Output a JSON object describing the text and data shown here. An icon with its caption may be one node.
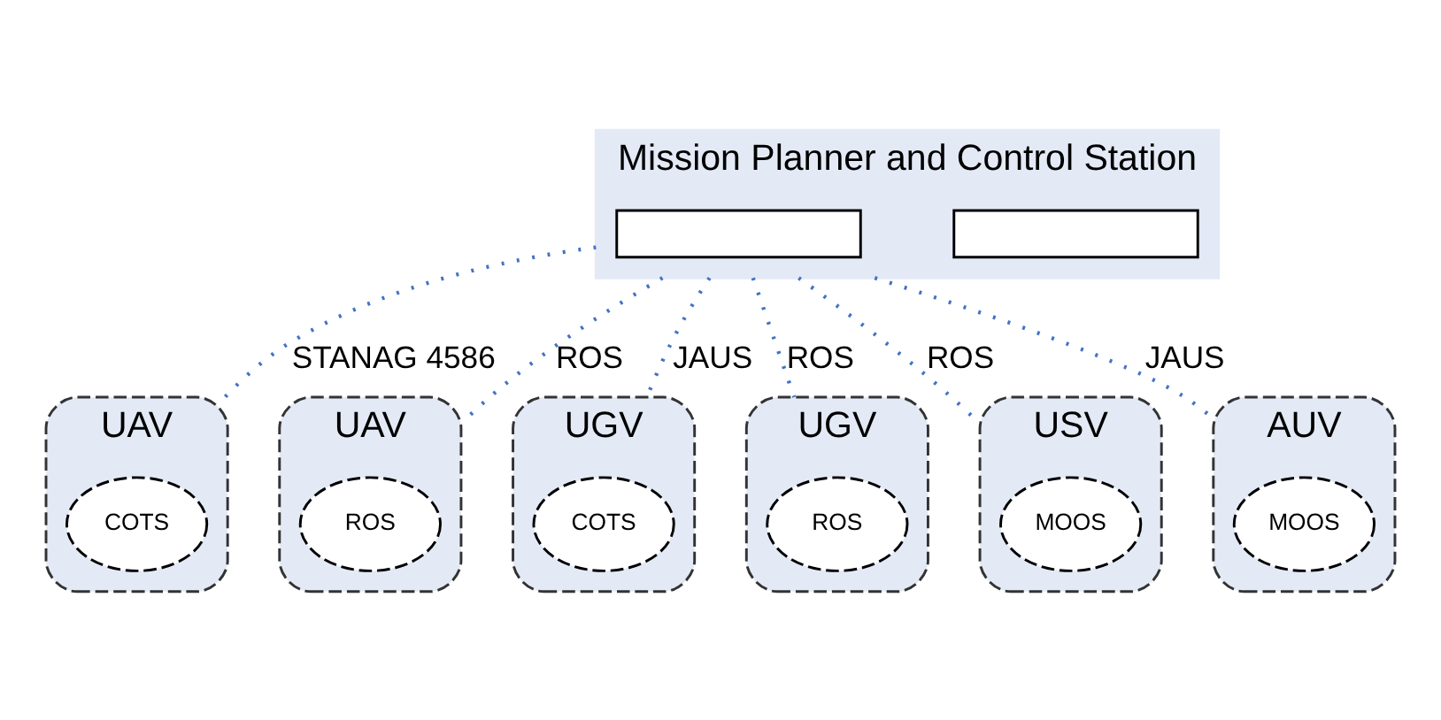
{
  "diagram": {
    "nodes": [
      {
        "text": [
          "Mission Planner and Control Station"
        ]
      },
      {
        "text": [],
        "shape": "box",
        "in": 0
      },
      {
        "text": [],
        "shape": "box",
        "in": 0
      },
      {
        "text": [
          "UAV"
        ]
      },
      {
        "text": [
          "COTS"
        ],
        "in": 3
      },
      {
        "text": [
          "UAV"
        ]
      },
      {
        "text": [
          "ROS"
        ],
        "in": 5
      },
      {
        "text": [
          "UGV"
        ]
      },
      {
        "text": [
          "COTS"
        ],
        "in": 7
      },
      {
        "text": [
          "UGV"
        ]
      },
      {
        "text": [
          "ROS"
        ],
        "in": 9
      },
      {
        "text": [
          "USV"
        ]
      },
      {
        "text": [
          "MOOS"
        ],
        "in": 11
      },
      {
        "text": [
          "AUV"
        ]
      },
      {
        "text": [
          "MOOS"
        ],
        "in": 13
      }
    ],
    "edges": [
      {
        "from": 0,
        "to": 3,
        "arrow": "none",
        "label": "STANAG 4586"
      },
      {
        "from": 0,
        "to": 5,
        "arrow": "none",
        "label": "ROS"
      },
      {
        "from": 0,
        "to": 7,
        "arrow": "none",
        "label": "JAUS"
      },
      {
        "from": 0,
        "to": 9,
        "arrow": "none",
        "label": "ROS"
      },
      {
        "from": 0,
        "to": 11,
        "arrow": "none",
        "label": "ROS"
      },
      {
        "from": 0,
        "to": 13,
        "arrow": "none",
        "label": "JAUS"
      }
    ]
  }
}
